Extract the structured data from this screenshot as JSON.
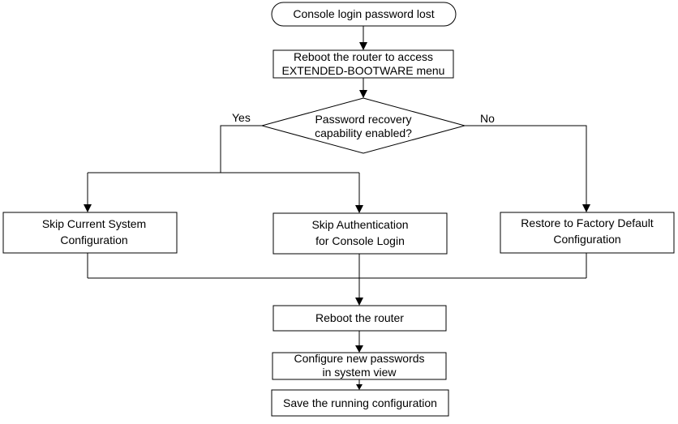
{
  "flowchart": {
    "start": {
      "label": "Console login password lost"
    },
    "reboot_access": {
      "line1": "Reboot the router to access",
      "line2": "EXTENDED-BOOTWARE menu"
    },
    "decision": {
      "line1": "Password recovery",
      "line2": "capability enabled?",
      "yes": "Yes",
      "no": "No"
    },
    "skip_config": {
      "line1": "Skip Current System",
      "line2": "Configuration"
    },
    "skip_auth": {
      "line1": "Skip Authentication",
      "line2": "for Console Login"
    },
    "restore_default": {
      "line1": "Restore to Factory Default",
      "line2": "Configuration"
    },
    "reboot": {
      "label": "Reboot the router"
    },
    "configure_passwords": {
      "line1": "Configure new passwords",
      "line2": "in system view"
    },
    "save_config": {
      "label": "Save the running configuration"
    }
  }
}
